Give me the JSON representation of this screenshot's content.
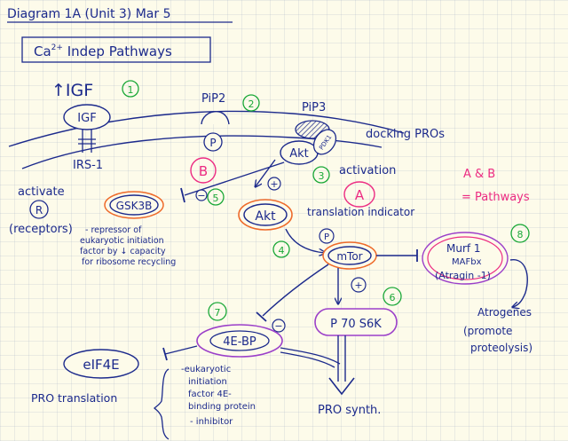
{
  "header": {
    "title": "Diagram 1A (Unit 3) Mar 5",
    "box_title_prefix": "Ca",
    "box_title_sup": "2+",
    "box_title_suffix": " Indep Pathways"
  },
  "nodes": {
    "igf_up": "↑IGF",
    "igf": "IGF",
    "irs1": "IRS-1",
    "pip2": "PiP2",
    "pip3": "PiP3",
    "p_membrane": "P",
    "akt_membrane": "Akt",
    "pdk1": "PDK1",
    "docking": "docking PROs",
    "activation": "activation",
    "b_badge": "B",
    "gsk3b": "GSK3B",
    "akt": "Akt",
    "a_badge": "A",
    "translation_indicator": "translation indicator",
    "ab_pathways_1": "A & B",
    "ab_pathways_2": "= Pathways",
    "activate": "activate",
    "r_badge": "R",
    "receptors": "(receptors)",
    "p_akt": "P",
    "mtor": "mTor",
    "murf1": "Murf 1",
    "mafbx": "MAFbx",
    "atrogin": "(Atragin -1)",
    "atrogenes": "Atrogenes",
    "promote_1": "(promote",
    "promote_2": "proteolysis)",
    "p70s6k": "P 70 S6K",
    "fourebp": "4E-BP",
    "eif4e": "eIF4E",
    "pro_translation": "PRO translation",
    "pro_synth": "PRO synth.",
    "plus_1": "+",
    "plus_2": "+",
    "minus_1": "−",
    "minus_2": "−"
  },
  "notes": {
    "gsk_lines": [
      "- repressor of",
      "eukaryotic initiation",
      "factor by ↓ capacity",
      "for ribosome recycling"
    ],
    "ebp_lines": [
      "-eukaryotic",
      "initiation",
      "factor 4E-",
      "binding protein",
      " - inhibitor"
    ]
  },
  "numbers": {
    "n1": "1",
    "n2": "2",
    "n3": "3",
    "n4": "4",
    "n5": "5",
    "n6": "6",
    "n7": "7",
    "n8": "8"
  },
  "colors": {
    "ink": "#1c2a8c",
    "green": "#1aa838",
    "pink": "#ec2b82",
    "orange": "#ee6a2a",
    "purple": "#9b3fc9",
    "paper": "#fdfbea"
  }
}
